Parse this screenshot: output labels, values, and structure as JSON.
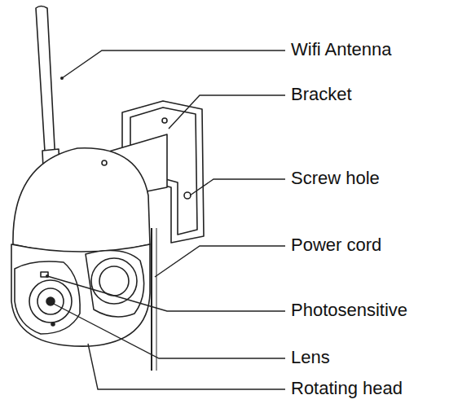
{
  "diagram": {
    "labels": [
      "Wifi Antenna",
      "Bracket",
      "Screw hole",
      "Power cord",
      "Photosensitive",
      "Lens",
      "Rotating head"
    ]
  }
}
